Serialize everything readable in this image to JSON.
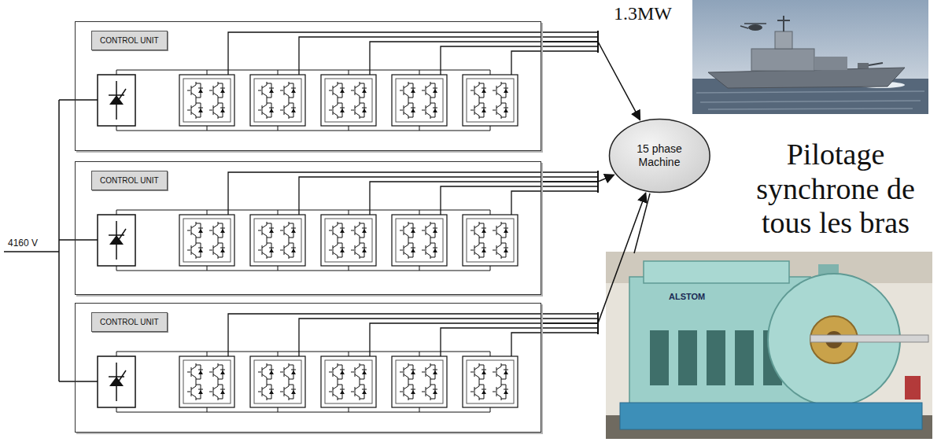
{
  "diagram": {
    "nodes": [
      {
        "text": [
          "CONTROL UNIT"
        ]
      },
      {
        "text": [
          "CONTROL UNIT"
        ]
      },
      {
        "text": [
          "CONTROL UNIT"
        ]
      },
      {
        "text": [
          "15 phase Machine"
        ]
      }
    ],
    "edges": [
      {
        "from": 0,
        "to": 3,
        "arrow": "to"
      },
      {
        "from": 1,
        "to": 3,
        "arrow": "to"
      },
      {
        "from": 2,
        "to": 3,
        "arrow": "to"
      }
    ],
    "labels": [
      "1.3MW",
      "Pilotage synchrone de tous les bras",
      "4160 V",
      "ALSTOM"
    ]
  }
}
